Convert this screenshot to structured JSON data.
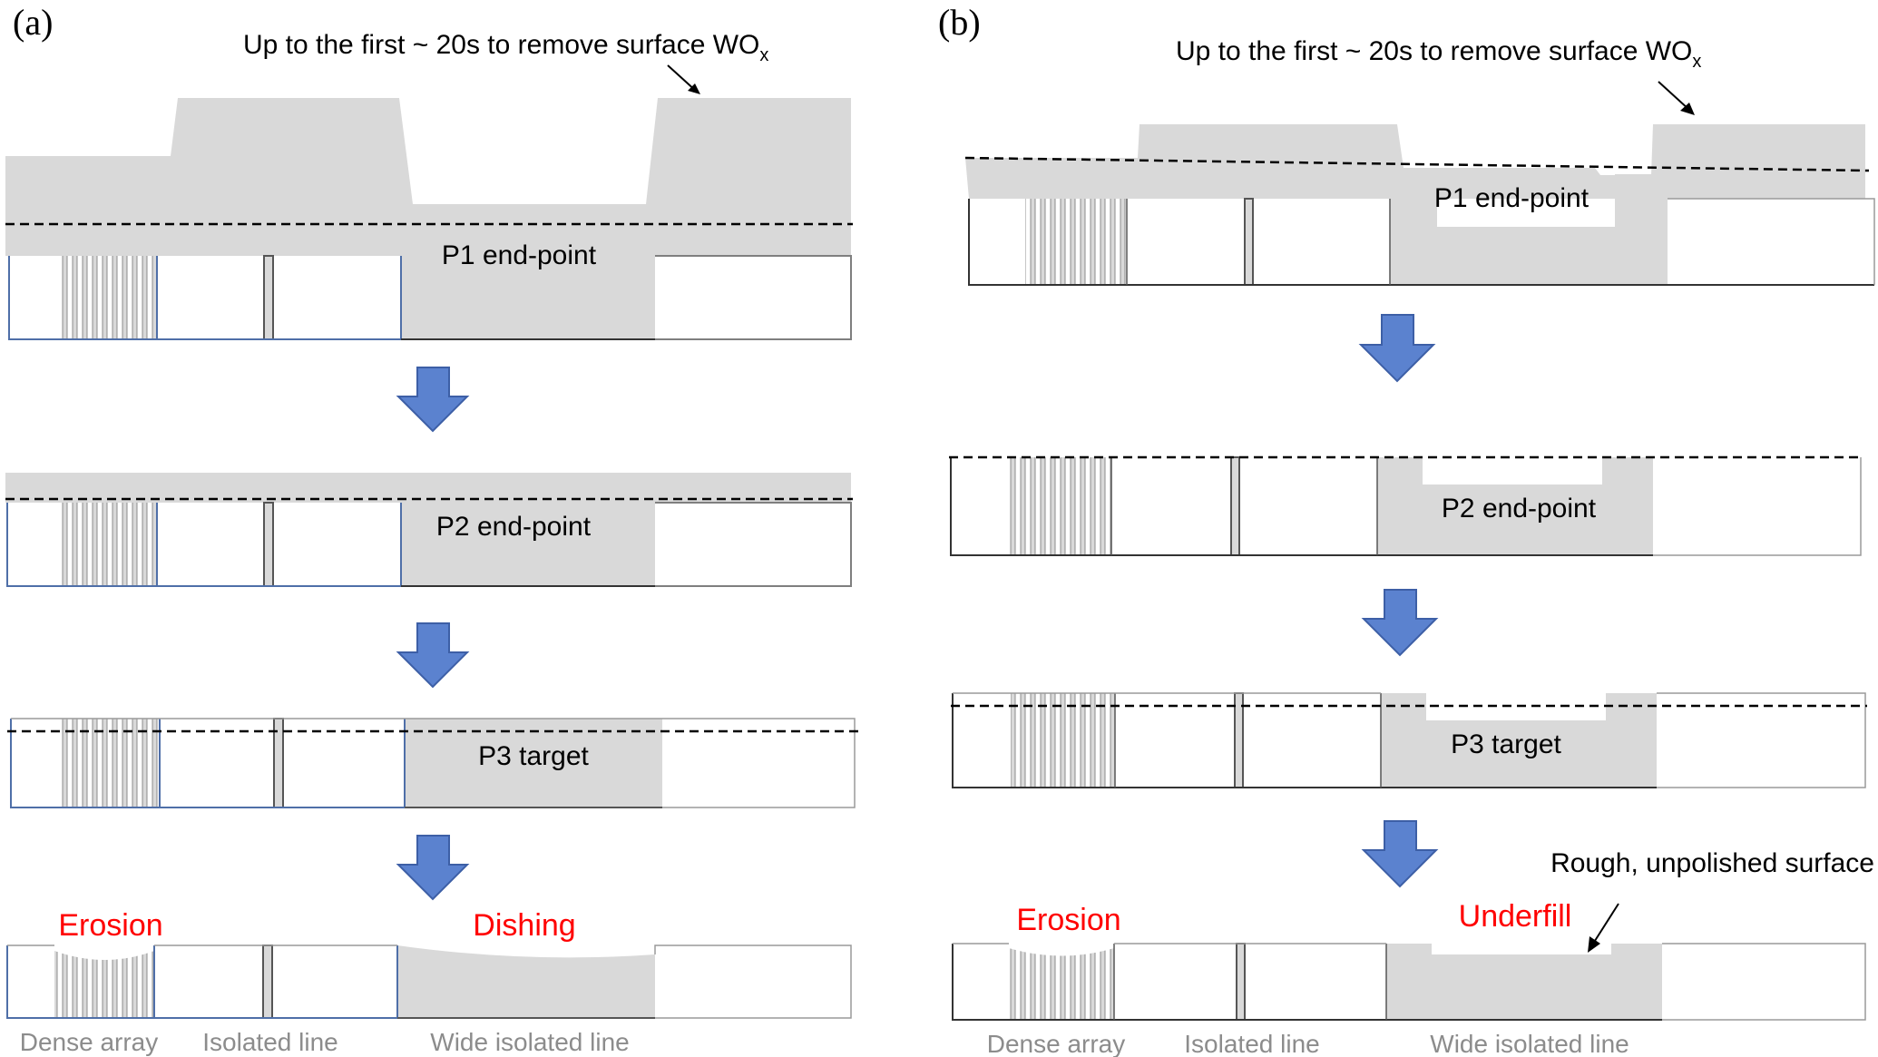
{
  "panel_a": {
    "label": "(a)",
    "note": "Up to the first ~ 20s to remove surface WO",
    "note_sub": "x",
    "stage1_label": "P1 end-point",
    "stage2_label": "P2 end-point",
    "stage3_label": "P3 target",
    "erosion_label": "Erosion",
    "dishing_label": "Dishing",
    "dense_label": "Dense array",
    "isolated_label": "Isolated line",
    "wide_label": "Wide isolated line"
  },
  "panel_b": {
    "label": "(b)",
    "note": "Up to the first ~ 20s to remove surface WO",
    "note_sub": "x",
    "stage1_label": "P1 end-point",
    "stage2_label": "P2 end-point",
    "stage3_label": "P3 target",
    "rough_label": "Rough, unpolished surface",
    "erosion_label": "Erosion",
    "underfill_label": "Underfill",
    "dense_label": "Dense array",
    "isolated_label": "Isolated line",
    "wide_label": "Wide isolated line"
  },
  "colors": {
    "fill": "#d9d9d9",
    "outline": "#7f7f7f",
    "blue_outline": "#4f6fa8",
    "arrow": "#5b82cf",
    "arrow_edge": "#3d5fa6",
    "red": "#ff0000",
    "caption": "#8c8c8c"
  }
}
